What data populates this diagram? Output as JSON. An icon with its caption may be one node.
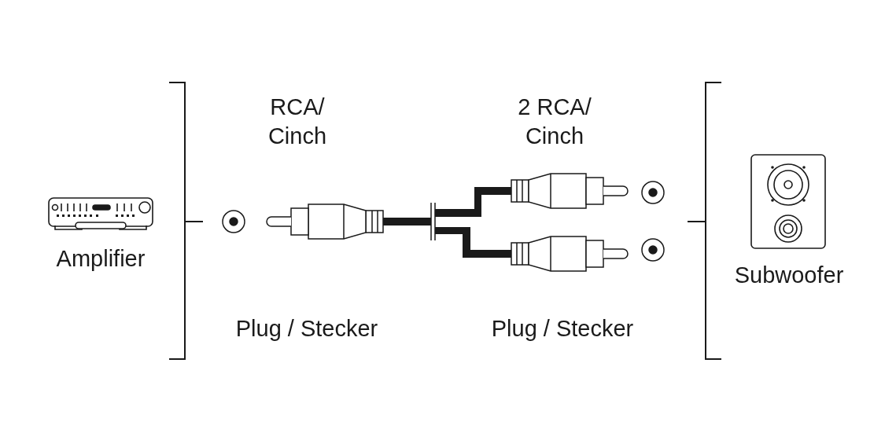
{
  "diagram": {
    "nodes": [
      {
        "text": [
          "Amplifier"
        ]
      },
      {
        "text": [
          "Subwoofer"
        ]
      }
    ],
    "labels": [
      "RCA/ Cinch",
      "2 RCA/ Cinch",
      "Plug / Stecker",
      "Plug / Stecker"
    ]
  }
}
